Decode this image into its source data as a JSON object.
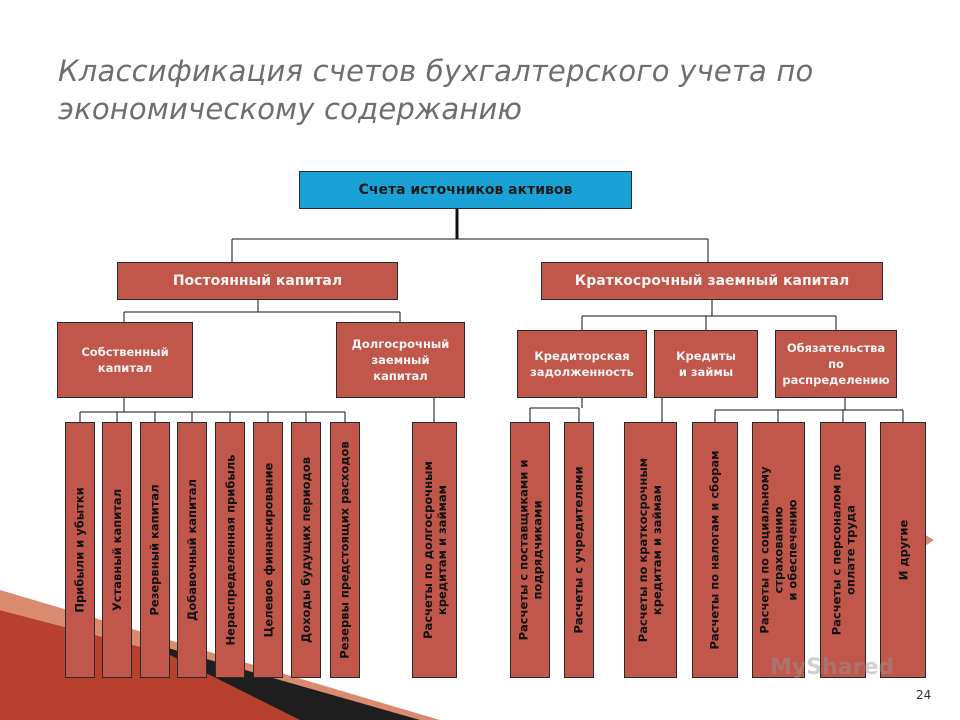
{
  "title": "Классификация счетов бухгалтерского учета по экономическому содержанию",
  "root": "Счета источников активов",
  "level1": {
    "left": "Постоянный капитал",
    "right": "Краткосрочный заемный капитал"
  },
  "level2": {
    "own_capital": "Собственный\nкапитал",
    "long_term": "Долгосрочный\nзаемный\nкапитал",
    "payables": "Кредиторская\nзадолженность",
    "credits": "Кредиты\nи займы",
    "obligations": "Обязательства\nпо\nраспределению"
  },
  "leaves": [
    "Прибыли и убытки",
    "Уставный капитал",
    "Резервный капитал",
    "Добавочный капитал",
    "Нераспределенная прибыль",
    "Целевое финансирование",
    "Доходы будущих периодов",
    "Резервы предстоящих расходов",
    "Расчеты по долгосрочным\nкредитам и займам",
    "Расчеты с поставщиками и\nподрядчиками",
    "Расчеты с учредителями",
    "Расчеты по краткосрочным\nкредитам и займам",
    "Расчеты по налогам и сборам",
    "Расчеты по социальному\nстрахованию\nи обеспечению",
    "Расчеты с персоналом по\nоплате труда",
    "И другие"
  ],
  "watermark": "MyShared",
  "page_number": "24",
  "colors": {
    "root_fill": "#1aa2d6",
    "node_fill": "#c0574a",
    "stripe": "#b8402f"
  }
}
